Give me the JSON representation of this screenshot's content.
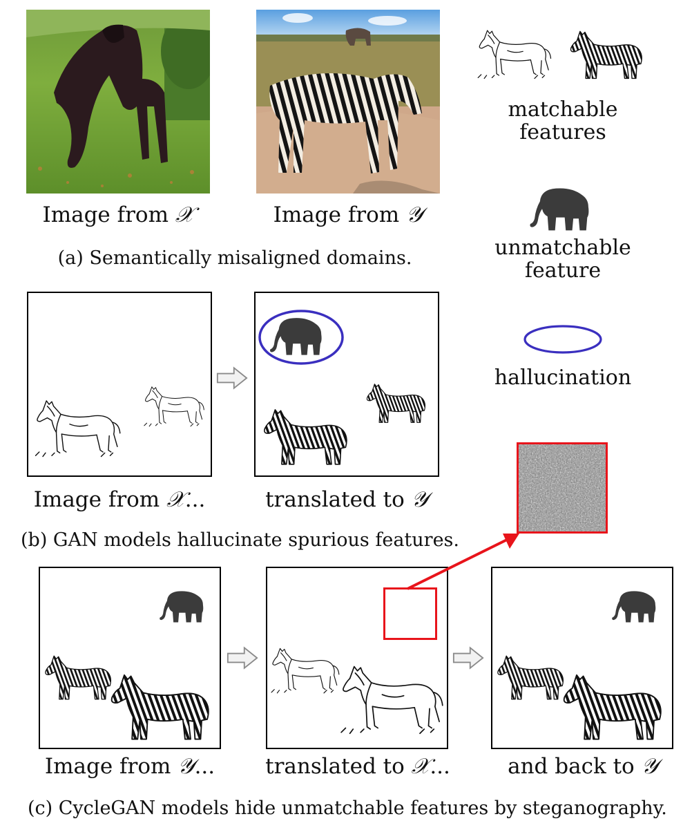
{
  "panel_a": {
    "label_x_prefix": "Image from ",
    "label_x_symbol": "𝒳",
    "label_y_prefix": "Image from ",
    "label_y_symbol": "𝒴",
    "caption": "(a) Semantically misaligned domains."
  },
  "legend": {
    "matchable_line1": "matchable",
    "matchable_line2": "features",
    "unmatchable_line1": "unmatchable",
    "unmatchable_line2": "feature",
    "hallucination": "hallucination",
    "ellipse_color": "#3a2fbf"
  },
  "panel_b": {
    "label_left_prefix": "Image from ",
    "label_left_symbol": "𝒳",
    "label_left_suffix": "...",
    "label_right_prefix": "translated to ",
    "label_right_symbol": "𝒴",
    "caption": "(b) GAN models hallucinate spurious features."
  },
  "panel_c": {
    "label_1_prefix": "Image from ",
    "label_1_symbol": "𝒴",
    "label_1_suffix": "...",
    "label_2_prefix": "translated to ",
    "label_2_symbol": "𝒳",
    "label_2_suffix": "...",
    "label_3_prefix": "and back to ",
    "label_3_symbol": "𝒴",
    "caption": "(c) CycleGAN models hide unmatchable features by steganography.",
    "highlight_color": "#e8141b"
  }
}
